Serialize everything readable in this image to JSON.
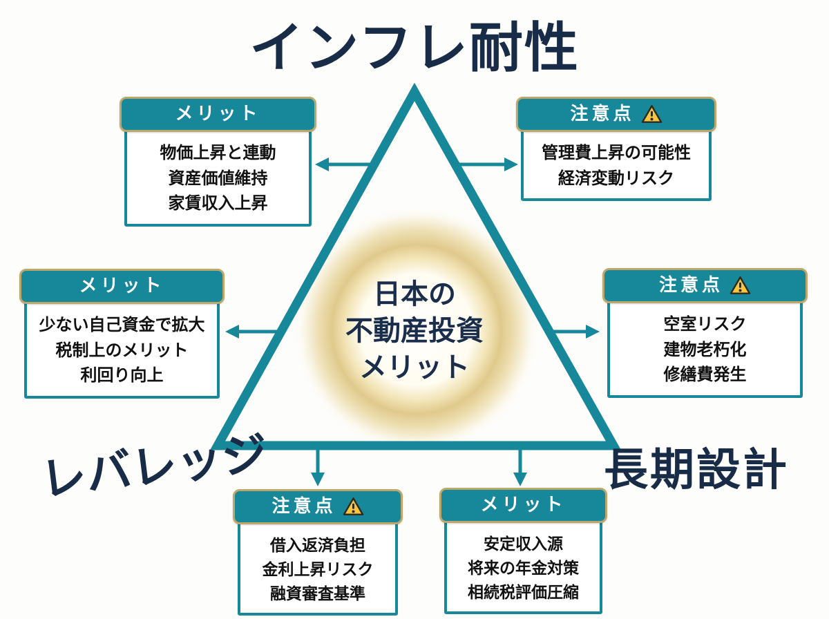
{
  "title": "インフレ耐性",
  "corner_labels": {
    "bottom_left": "レバレッジ",
    "bottom_right": "長期設計"
  },
  "center": {
    "line1": "日本の",
    "line2": "不動産投資",
    "line3": "メリット"
  },
  "boxes": [
    {
      "id": "top-left",
      "type": "merit",
      "header": "メリット",
      "items": [
        "物価上昇と連動",
        "資産価値維持",
        "家賃収入上昇"
      ]
    },
    {
      "id": "top-right",
      "type": "caution",
      "header": "注意点",
      "items": [
        "管理費上昇の可能性",
        "経済変動リスク"
      ]
    },
    {
      "id": "middle-left",
      "type": "merit",
      "header": "メリット",
      "items": [
        "少ない自己資金で拡大",
        "税制上のメリット",
        "利回り向上"
      ]
    },
    {
      "id": "middle-right",
      "type": "caution",
      "header": "注意点",
      "items": [
        "空室リスク",
        "建物老朽化",
        "修繕費発生"
      ]
    },
    {
      "id": "bottom-left",
      "type": "caution",
      "header": "注意点",
      "items": [
        "借入返済負担",
        "金利上昇リスク",
        "融資審査基準"
      ]
    },
    {
      "id": "bottom-right",
      "type": "merit",
      "header": "メリット",
      "items": [
        "安定収入源",
        "将来の年金対策",
        "相続税評価圧縮"
      ]
    }
  ],
  "icons": {
    "warning": "warning-triangle-icon"
  },
  "colors": {
    "teal": "#17879a",
    "gold_border": "#bda76a",
    "navy_text": "#192c47",
    "body_text": "#111111",
    "warning_yellow": "#f6c643",
    "glow_gold": "#e0c98c",
    "background": "#fdfdfb"
  }
}
